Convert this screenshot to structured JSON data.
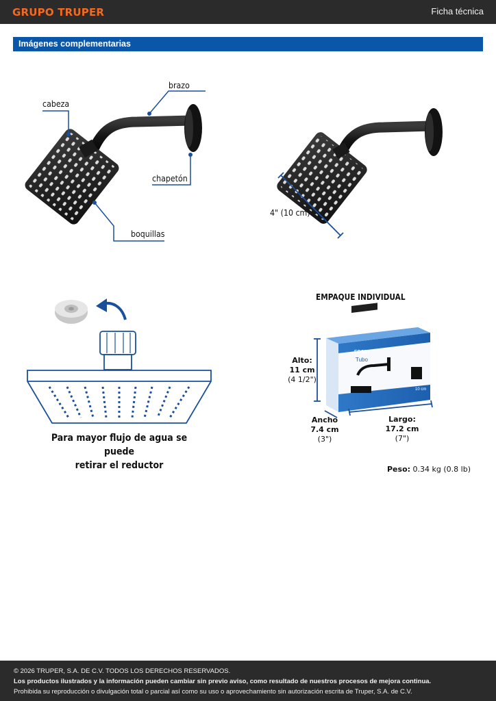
{
  "header": {
    "logo": "GRUPO TRUPER",
    "doc_type": "Ficha técnica"
  },
  "section": {
    "title": "Imágenes complementarias"
  },
  "parts_diagram": {
    "labels": {
      "cabeza": "cabeza",
      "brazo": "brazo",
      "chapeton": "chapetón",
      "boquillas": "boquillas"
    }
  },
  "size_diagram": {
    "size_label": "4\" (10 cm)"
  },
  "flow_note": {
    "line1": "Para mayor flujo de agua se puede",
    "line2": "retirar el reductor"
  },
  "package": {
    "title": "EMPAQUE INDIVIDUAL",
    "box_brand": "FOSET",
    "box_line": "Tubo",
    "box_size": "10 cm",
    "alto": {
      "label": "Alto:",
      "metric": "11 cm",
      "imperial": "(4 1/2\")"
    },
    "ancho": {
      "label": "Ancho",
      "metric": "7.4 cm",
      "imperial": "(3\")"
    },
    "largo": {
      "label": "Largo:",
      "metric": "17.2 cm",
      "imperial": "(7\")"
    },
    "peso_label": "Peso:",
    "peso_value": "0.34 kg (0.8 lb)"
  },
  "footer": {
    "copyright": "© 2026 TRUPER, S.A. DE C.V. TODOS LOS DERECHOS RESERVADOS.",
    "notice": "Los productos ilustrados y la información pueden cambiar sin previo aviso, como resultado de nuestros procesos de mejora continua.",
    "prohibition": "Prohibida su reproducción o divulgación total o parcial así como su uso o aprovechamiento sin autorización escrita de Truper, S.A. de C.V."
  },
  "colors": {
    "brand_orange": "#f26a21",
    "section_blue": "#0a56a8",
    "diagram_blue": "#1a4f9c",
    "dark_bar": "#2b2b2b"
  }
}
